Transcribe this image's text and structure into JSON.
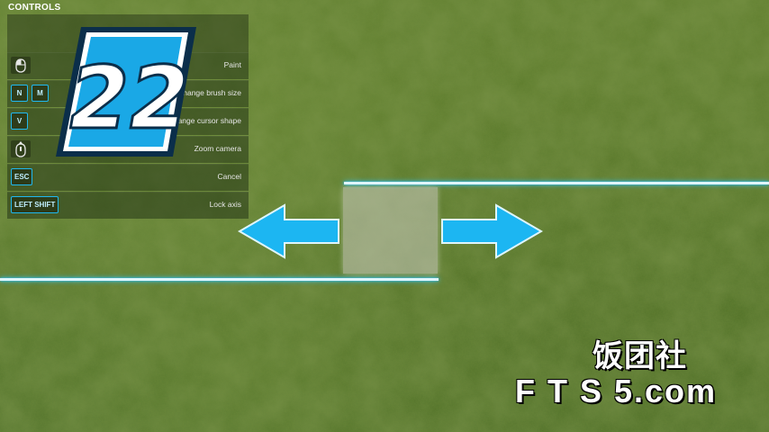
{
  "controls": {
    "title": "CONTROLS",
    "rows": [
      {
        "keys": [],
        "icon": "mouse-left-icon",
        "label": "Paint"
      },
      {
        "keys": [
          "N",
          "M"
        ],
        "label": "Change brush size"
      },
      {
        "keys": [
          "V"
        ],
        "label": "Change cursor shape"
      },
      {
        "keys": [],
        "icon": "mouse-wheel-icon",
        "label": "Zoom camera"
      },
      {
        "keys": [
          "ESC"
        ],
        "label": "Cancel"
      },
      {
        "keys": [
          "LEFT SHIFT"
        ],
        "label": "Lock axis"
      }
    ]
  },
  "logo": {
    "text": "22",
    "colors": {
      "fill": "#1aa8e6",
      "border": "#0b2e4a",
      "inner": "#ffffff"
    }
  },
  "overlay": {
    "guide_color": "#28c2ff",
    "arrow_color": "#1cb6f2"
  },
  "watermark": {
    "line1": "饭团社",
    "line2": "F T S 5.com"
  }
}
